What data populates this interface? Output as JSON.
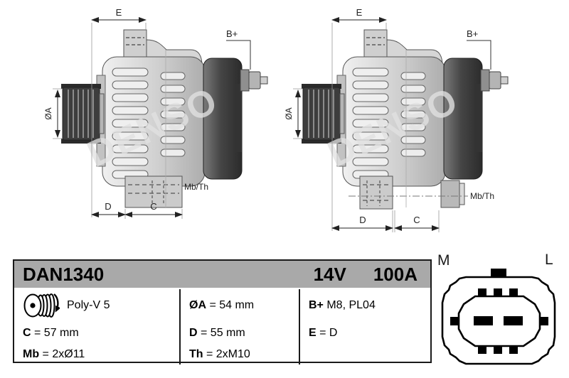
{
  "labels": {
    "e": "E",
    "diameter_a": "ØA",
    "b_plus": "B+",
    "d": "D",
    "c": "C",
    "mb_th": "Mb/Th",
    "watermark": "DENSO"
  },
  "table": {
    "part_number": "DAN1340",
    "voltage": "14V",
    "current": "100A",
    "columns": [
      {
        "rows": [
          {
            "b": "",
            "t": "Poly-V 5"
          },
          {
            "b": "C",
            "t": " = 57 mm"
          },
          {
            "b": "Mb",
            "t": " = 2xØ11"
          }
        ]
      },
      {
        "rows": [
          {
            "b": "ØA",
            "t": " = 54 mm"
          },
          {
            "b": "D",
            "t": " = 55 mm"
          },
          {
            "b": "Th",
            "t": " = 2xM10"
          }
        ]
      },
      {
        "rows": [
          {
            "b": "B+",
            "t": " M8, PL04"
          },
          {
            "b": "E",
            "t": " = D"
          }
        ]
      }
    ]
  },
  "connector": {
    "m": "M",
    "l": "L"
  },
  "colors": {
    "header_gray": "#a9a9a9",
    "body_light": "#d9d9d9",
    "cover_dark": "#3a3a3a",
    "line": "#222222"
  }
}
